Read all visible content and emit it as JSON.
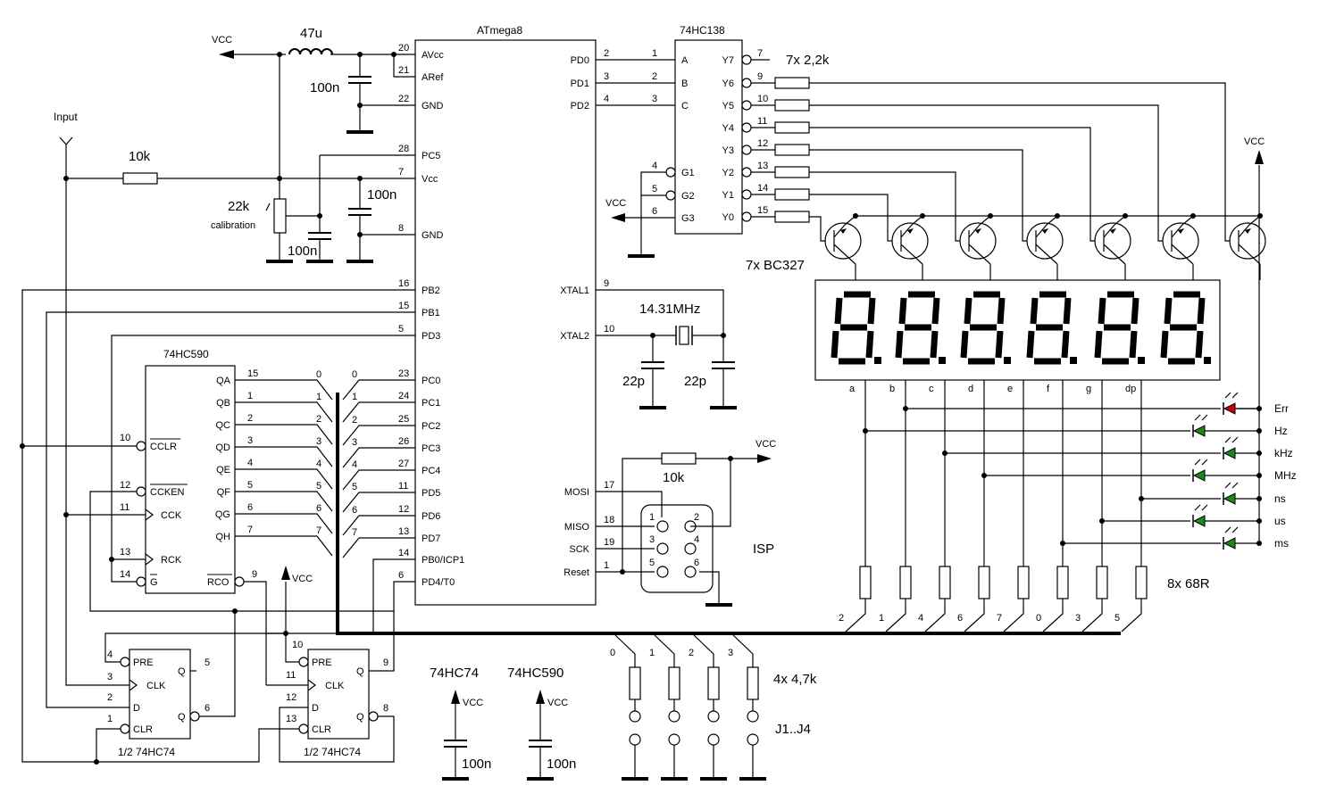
{
  "ic": {
    "atmega": "ATmega8",
    "decoder": "74HC138",
    "counter": "74HC590",
    "ff1": "1/2 74HC74",
    "ff2": "1/2 74HC74",
    "dec_note_74hc74": "74HC74",
    "dec_note_74hc590": "74HC590"
  },
  "values": {
    "inductor": "47u",
    "c_avcc": "100n",
    "c_vcc": "100n",
    "c_pc5": "100n",
    "r_input": "10k",
    "pot": "22k",
    "pot_note": "calibration",
    "crystal": "14.31MHz",
    "c_x1": "22p",
    "c_x2": "22p",
    "r_isp": "10k",
    "r_digits": "7x 2,2k",
    "transistors": "7x BC327",
    "r_segments": "8x 68R",
    "r_jumpers": "4x 4,7k",
    "jumpers": "J1..J4",
    "c_dec1": "100n",
    "c_dec2": "100n",
    "isp": "ISP"
  },
  "nets": {
    "vcc": "VCC",
    "input": "Input"
  },
  "atmega_left": [
    "AVcc",
    "ARef",
    "GND",
    "PC5",
    "Vcc",
    "GND",
    "PB2",
    "PB1",
    "PD3",
    "PC0",
    "PC1",
    "PC2",
    "PC3",
    "PC4",
    "PD5",
    "PD6",
    "PD7",
    "PB0/ICP1",
    "PD4/T0"
  ],
  "atmega_left_nums": [
    "20",
    "21",
    "22",
    "28",
    "7",
    "8",
    "16",
    "15",
    "5",
    "23",
    "24",
    "25",
    "26",
    "27",
    "11",
    "12",
    "13",
    "14",
    "6"
  ],
  "atmega_right": [
    "PD0",
    "PD1",
    "PD2",
    "XTAL1",
    "XTAL2",
    "MOSI",
    "MISO",
    "SCK",
    "Reset"
  ],
  "atmega_right_nums": [
    "2",
    "3",
    "4",
    "9",
    "10",
    "17",
    "18",
    "19",
    "1"
  ],
  "dec_in": [
    "A",
    "B",
    "C",
    "G1",
    "G2",
    "G3"
  ],
  "dec_in_nums": [
    "1",
    "2",
    "3",
    "4",
    "5",
    "6"
  ],
  "dec_out": [
    "Y7",
    "Y6",
    "Y5",
    "Y4",
    "Y3",
    "Y2",
    "Y1",
    "Y0"
  ],
  "dec_out_nums": [
    "7",
    "9",
    "10",
    "11",
    "12",
    "13",
    "14",
    "15"
  ],
  "cnt_out": [
    "QA",
    "QB",
    "QC",
    "QD",
    "QE",
    "QF",
    "QG",
    "QH"
  ],
  "cnt_out_nums": [
    "15",
    "1",
    "2",
    "3",
    "4",
    "5",
    "6",
    "7"
  ],
  "cnt_in": [
    "CCLR",
    "CCKEN",
    "CCK",
    "RCK",
    "G",
    "RCO"
  ],
  "cnt_in_nums": [
    "10",
    "12",
    "11",
    "13",
    "14",
    "9"
  ],
  "bus_idx": [
    "0",
    "1",
    "2",
    "3",
    "4",
    "5",
    "6",
    "7"
  ],
  "ff1_pins": {
    "pre": "PRE",
    "clk": "CLK",
    "d": "D",
    "clr": "CLR",
    "q": "Q",
    "qn": "Q",
    "n_pre": "4",
    "n_clk": "3",
    "n_d": "2",
    "n_clr": "1",
    "n_q": "5",
    "n_qn": "6"
  },
  "ff2_pins": {
    "pre": "PRE",
    "clk": "CLK",
    "d": "D",
    "clr": "CLR",
    "q": "Q",
    "qn": "Q",
    "n_pre": "10",
    "n_clk": "11",
    "n_d": "12",
    "n_clr": "13",
    "n_q": "9",
    "n_qn": "8"
  },
  "isp_pins": [
    "1",
    "2",
    "3",
    "4",
    "5",
    "6"
  ],
  "segments": [
    "a",
    "b",
    "c",
    "d",
    "e",
    "f",
    "g",
    "dp"
  ],
  "seg_bus_idx": [
    "2",
    "1",
    "4",
    "6",
    "7",
    "0",
    "3",
    "5"
  ],
  "leds": [
    "Err",
    "Hz",
    "kHz",
    "MHz",
    "ns",
    "us",
    "ms"
  ],
  "led_colors": {
    "Err": "#cc0000",
    "other": "#1a8a1a"
  },
  "jumper_idx": [
    "0",
    "1",
    "2",
    "3"
  ]
}
